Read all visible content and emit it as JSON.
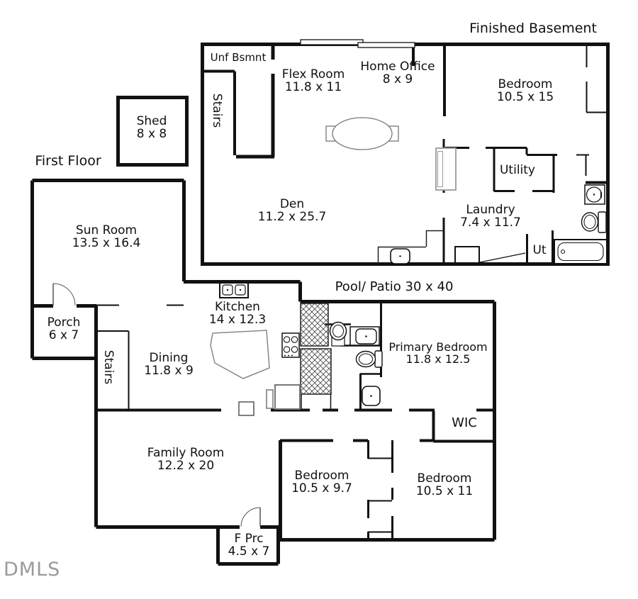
{
  "titles": {
    "basement": "Finished Basement",
    "first_floor": "First Floor"
  },
  "watermark": "DMLS",
  "labels": {
    "unf_bsmnt": {
      "name": "Unf Bsmnt"
    },
    "bsmt_stairs": {
      "name": "Stairs"
    },
    "flex_room": {
      "name": "Flex Room",
      "dims": "11.8 x 11"
    },
    "home_office": {
      "name": "Home Office",
      "dims": "8 x 9"
    },
    "bsmt_bedroom": {
      "name": "Bedroom",
      "dims": "10.5 x 15"
    },
    "utility": {
      "name": "Utility"
    },
    "laundry": {
      "name": "Laundry",
      "dims": "7.4 x 11.7"
    },
    "ut": {
      "name": "Ut"
    },
    "den": {
      "name": "Den",
      "dims": "11.2 x 25.7"
    },
    "shed": {
      "name": "Shed",
      "dims": "8 x 8"
    },
    "sun_room": {
      "name": "Sun Room",
      "dims": "13.5 x 16.4"
    },
    "porch": {
      "name": "Porch",
      "dims": "6 x 7"
    },
    "ff_stairs": {
      "name": "Stairs"
    },
    "dining": {
      "name": "Dining",
      "dims": "11.8 x 9"
    },
    "kitchen": {
      "name": "Kitchen",
      "dims": "14 x 12.3"
    },
    "pool_patio": {
      "name": "Pool/ Patio 30 x 40"
    },
    "primary_bedroom": {
      "name": "Primary Bedroom",
      "dims": "11.8 x 12.5"
    },
    "wic": {
      "name": "WIC"
    },
    "family_room": {
      "name": "Family Room",
      "dims": "12.2 x 20"
    },
    "bedroom_left": {
      "name": "Bedroom",
      "dims": "10.5 x 9.7"
    },
    "bedroom_right": {
      "name": "Bedroom",
      "dims": "10.5 x 11"
    },
    "f_prc": {
      "name": "F Prc",
      "dims": "4.5 x 7"
    }
  },
  "colors": {
    "wall": "#111111",
    "furniture": "#888888",
    "watermark": "#9a9a9a",
    "background": "#ffffff"
  }
}
